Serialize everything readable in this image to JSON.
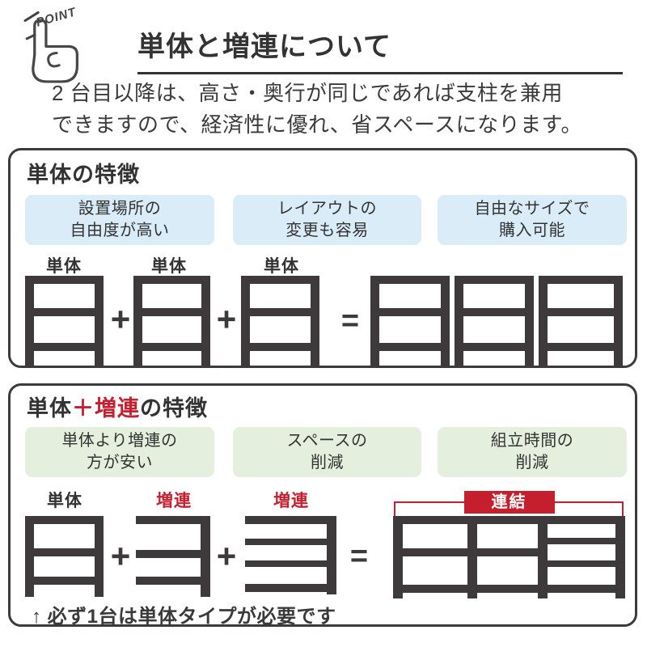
{
  "header": {
    "point_label": "POINT",
    "title": "単体と増連について",
    "description_line1": "2 台目以降は、高さ・奥行が同じであれば支柱を兼用",
    "description_line2": "できますので、経済性に優れ、省スペースになります。"
  },
  "colors": {
    "accent_red": "#c32031",
    "tag_blue": "#d9ecf7",
    "tag_green": "#e5efdd",
    "frame_dark": "#3e393a"
  },
  "standalone_section": {
    "heading": "単体の特徴",
    "tags": [
      {
        "line1": "設置場所の",
        "line2": "自由度が高い"
      },
      {
        "line1": "レイアウトの",
        "line2": "変更も容易"
      },
      {
        "line1": "自由なサイズで",
        "line2": "購入可能"
      }
    ],
    "unit_labels": [
      "単体",
      "単体",
      "単体"
    ],
    "plus": "+",
    "equals": "="
  },
  "combo_section": {
    "heading_black1": "単体",
    "heading_red": "＋増連",
    "heading_black2": "の特徴",
    "tags": [
      {
        "line1": "単体より増連の",
        "line2": "方が安い"
      },
      {
        "line1": "スペースの",
        "line2": "削減"
      },
      {
        "line1": "組立時間の",
        "line2": "削減"
      }
    ],
    "unit_labels": [
      "単体",
      "増連",
      "増連"
    ],
    "plus": "+",
    "equals": "=",
    "connect_badge": "連結",
    "note": "↑ 必ず1台は単体タイプが必要です"
  }
}
